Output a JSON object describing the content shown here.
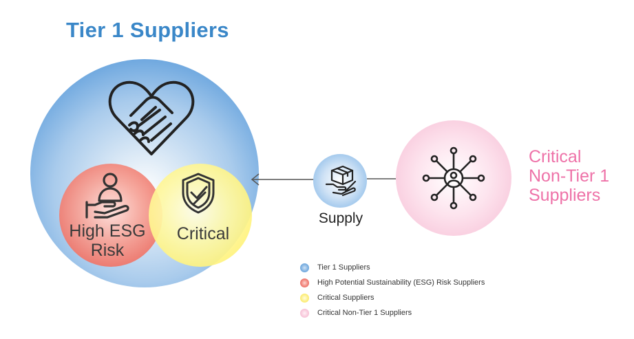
{
  "title": "Tier 1 Suppliers",
  "circles": {
    "esg": {
      "line1": "High ESG",
      "line2": "Risk"
    },
    "critical": {
      "label": "Critical"
    },
    "supply": {
      "label": "Supply"
    },
    "non_tier1": {
      "line1": "Critical",
      "line2": "Non-Tier 1",
      "line3": "Suppliers"
    }
  },
  "legend": [
    {
      "label": "Tier 1 Suppliers",
      "color": "#5b9bd8"
    },
    {
      "label": "High Potential Sustainability (ESG) Risk Suppliers",
      "color": "#ea5f55"
    },
    {
      "label": "Critical Suppliers",
      "color": "#fbe85a"
    },
    {
      "label": "Critical Non-Tier 1 Suppliers",
      "color": "#f5b8d0"
    }
  ],
  "colors": {
    "title": "#3a87c8",
    "pink_text": "#ee72a8",
    "icon_stroke": "#222222"
  },
  "icons": [
    "handshake-heart-icon",
    "person-hand-icon",
    "shield-check-icon",
    "package-hand-icon",
    "network-person-icon"
  ]
}
